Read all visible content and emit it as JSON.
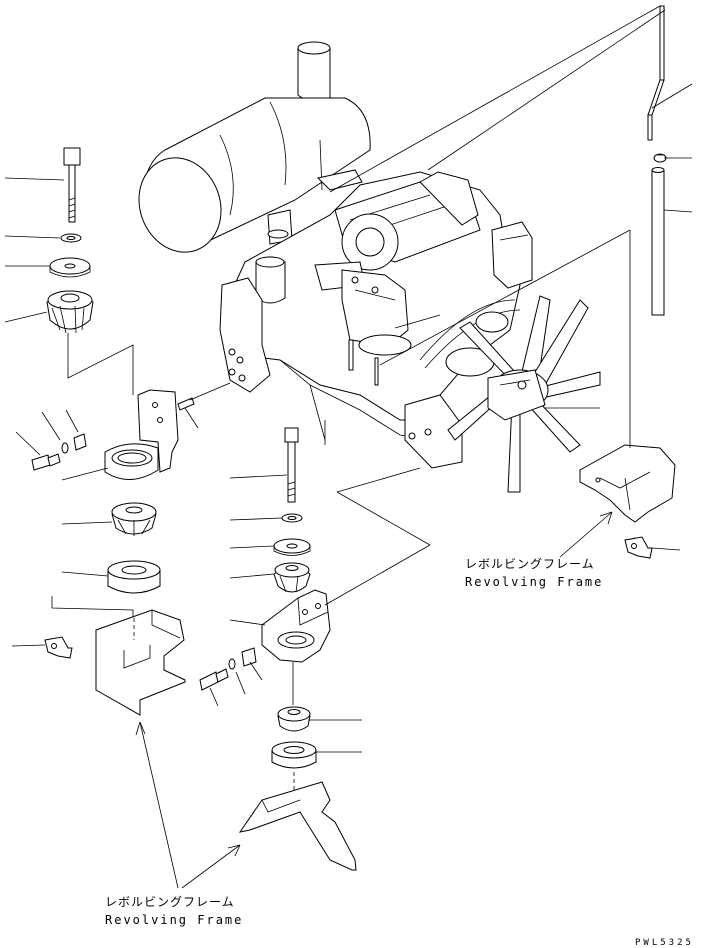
{
  "labels": {
    "frame_jp": "レボルビングフレーム",
    "frame_en": "Revolving Frame",
    "drawing_code": "PWL5325"
  }
}
